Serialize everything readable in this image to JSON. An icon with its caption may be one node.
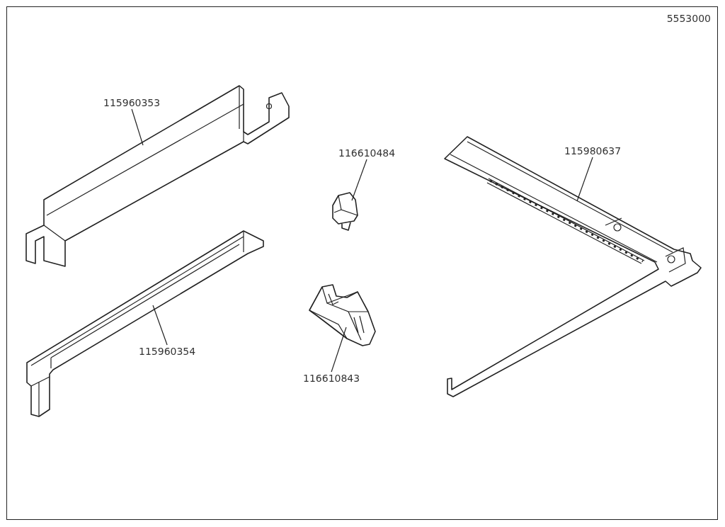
{
  "diagram": {
    "nodes": [
      {
        "text": [
          "115960353"
        ]
      },
      {
        "text": [],
        "shape": "picture"
      },
      {
        "text": [
          "116610484"
        ]
      },
      {
        "text": [],
        "shape": "picture"
      },
      {
        "text": [
          "115980637"
        ]
      },
      {
        "text": [],
        "shape": "picture"
      },
      {
        "text": [
          "115960354"
        ]
      },
      {
        "text": [],
        "shape": "picture"
      },
      {
        "text": [
          "116610843"
        ]
      },
      {
        "text": [],
        "shape": "picture"
      }
    ],
    "edges": [
      {
        "from": 0,
        "to": 1,
        "arrow": "none"
      },
      {
        "from": 2,
        "to": 3,
        "arrow": "none"
      },
      {
        "from": 4,
        "to": 5,
        "arrow": "none"
      },
      {
        "from": 6,
        "to": 7,
        "arrow": "none"
      },
      {
        "from": 8,
        "to": 9,
        "arrow": "none"
      }
    ],
    "labels": [
      "5553000"
    ]
  }
}
